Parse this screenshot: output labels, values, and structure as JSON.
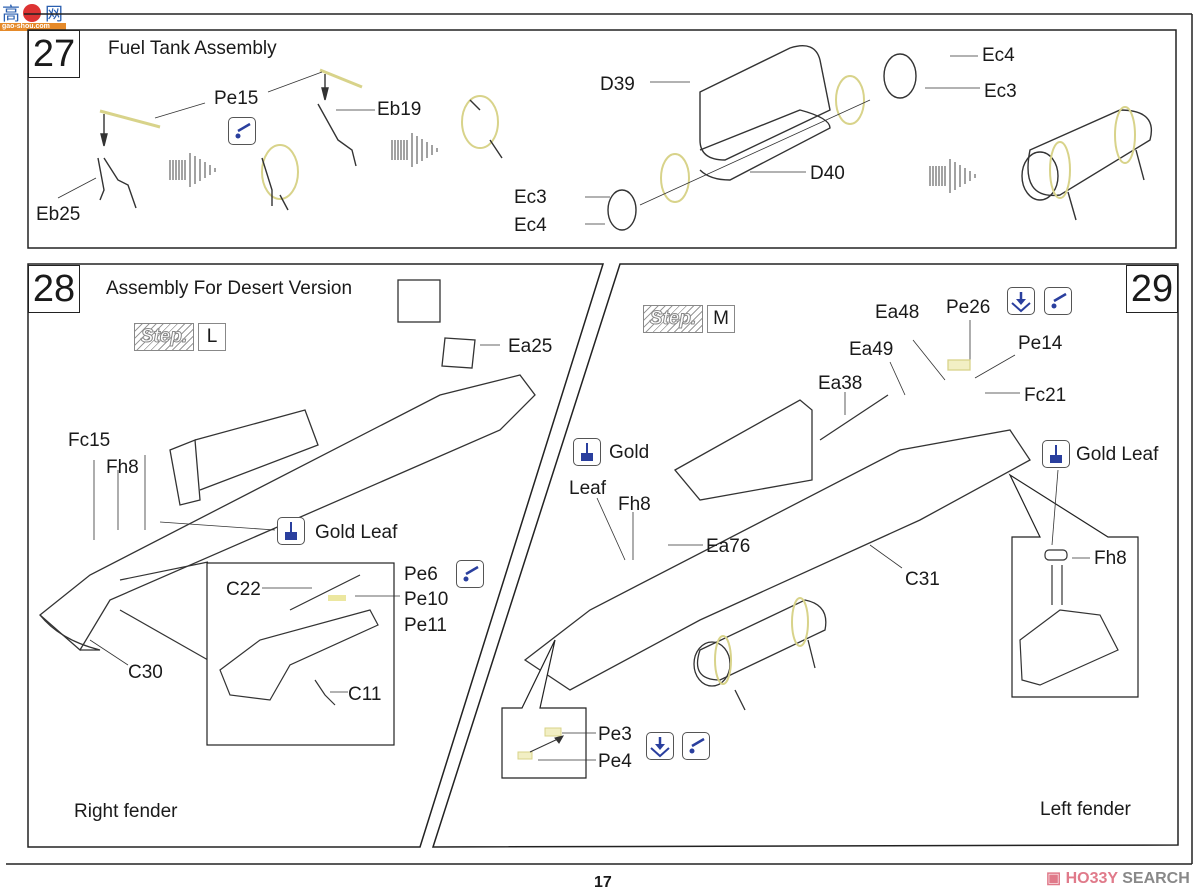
{
  "watermark_top": {
    "chars": "高手网",
    "url_text": "gao-shou.com"
  },
  "watermark_bottom": {
    "brand": "HOBBY SEARCH",
    "brand_part1": "HO33Y",
    "brand_part2": "SEARCH"
  },
  "page_number": "17",
  "step27": {
    "number": "27",
    "title": "Fuel Tank Assembly",
    "labels": {
      "pe15": "Pe15",
      "eb19": "Eb19",
      "eb25": "Eb25",
      "d39": "D39",
      "d40": "D40",
      "ec4_top": "Ec4",
      "ec3_top": "Ec3",
      "ec3_bottom": "Ec3",
      "ec4_bottom": "Ec4"
    },
    "icons": [
      "bend-icon"
    ]
  },
  "step28": {
    "number": "28",
    "title": "Assembly For Desert Version",
    "step_ref": {
      "word": "Step.",
      "letter": "L"
    },
    "labels": {
      "ea25": "Ea25",
      "fc15": "Fc15",
      "fh8": "Fh8",
      "gold_leaf": "Gold Leaf",
      "c22": "C22",
      "pe6": "Pe6",
      "pe10": "Pe10",
      "pe11": "Pe11",
      "c11": "C11",
      "c30": "C30"
    },
    "caption": "Right fender"
  },
  "step29": {
    "number": "29",
    "step_ref": {
      "word": "Step.",
      "letter": "M"
    },
    "labels": {
      "ea48": "Ea48",
      "pe26": "Pe26",
      "pe14": "Pe14",
      "ea49": "Ea49",
      "ea38": "Ea38",
      "fc21": "Fc21",
      "gold": "Gold",
      "leaf": "Leaf",
      "fh8": "Fh8",
      "ea76": "Ea76",
      "c31": "C31",
      "gold_leaf_right": "Gold Leaf",
      "fh8_inset": "Fh8",
      "pe3": "Pe3",
      "pe4": "Pe4"
    },
    "caption": "Left fender"
  },
  "colors": {
    "icon_blue": "#2a3f9e",
    "pe_yellow": "#e8e49a",
    "line": "#222222"
  }
}
